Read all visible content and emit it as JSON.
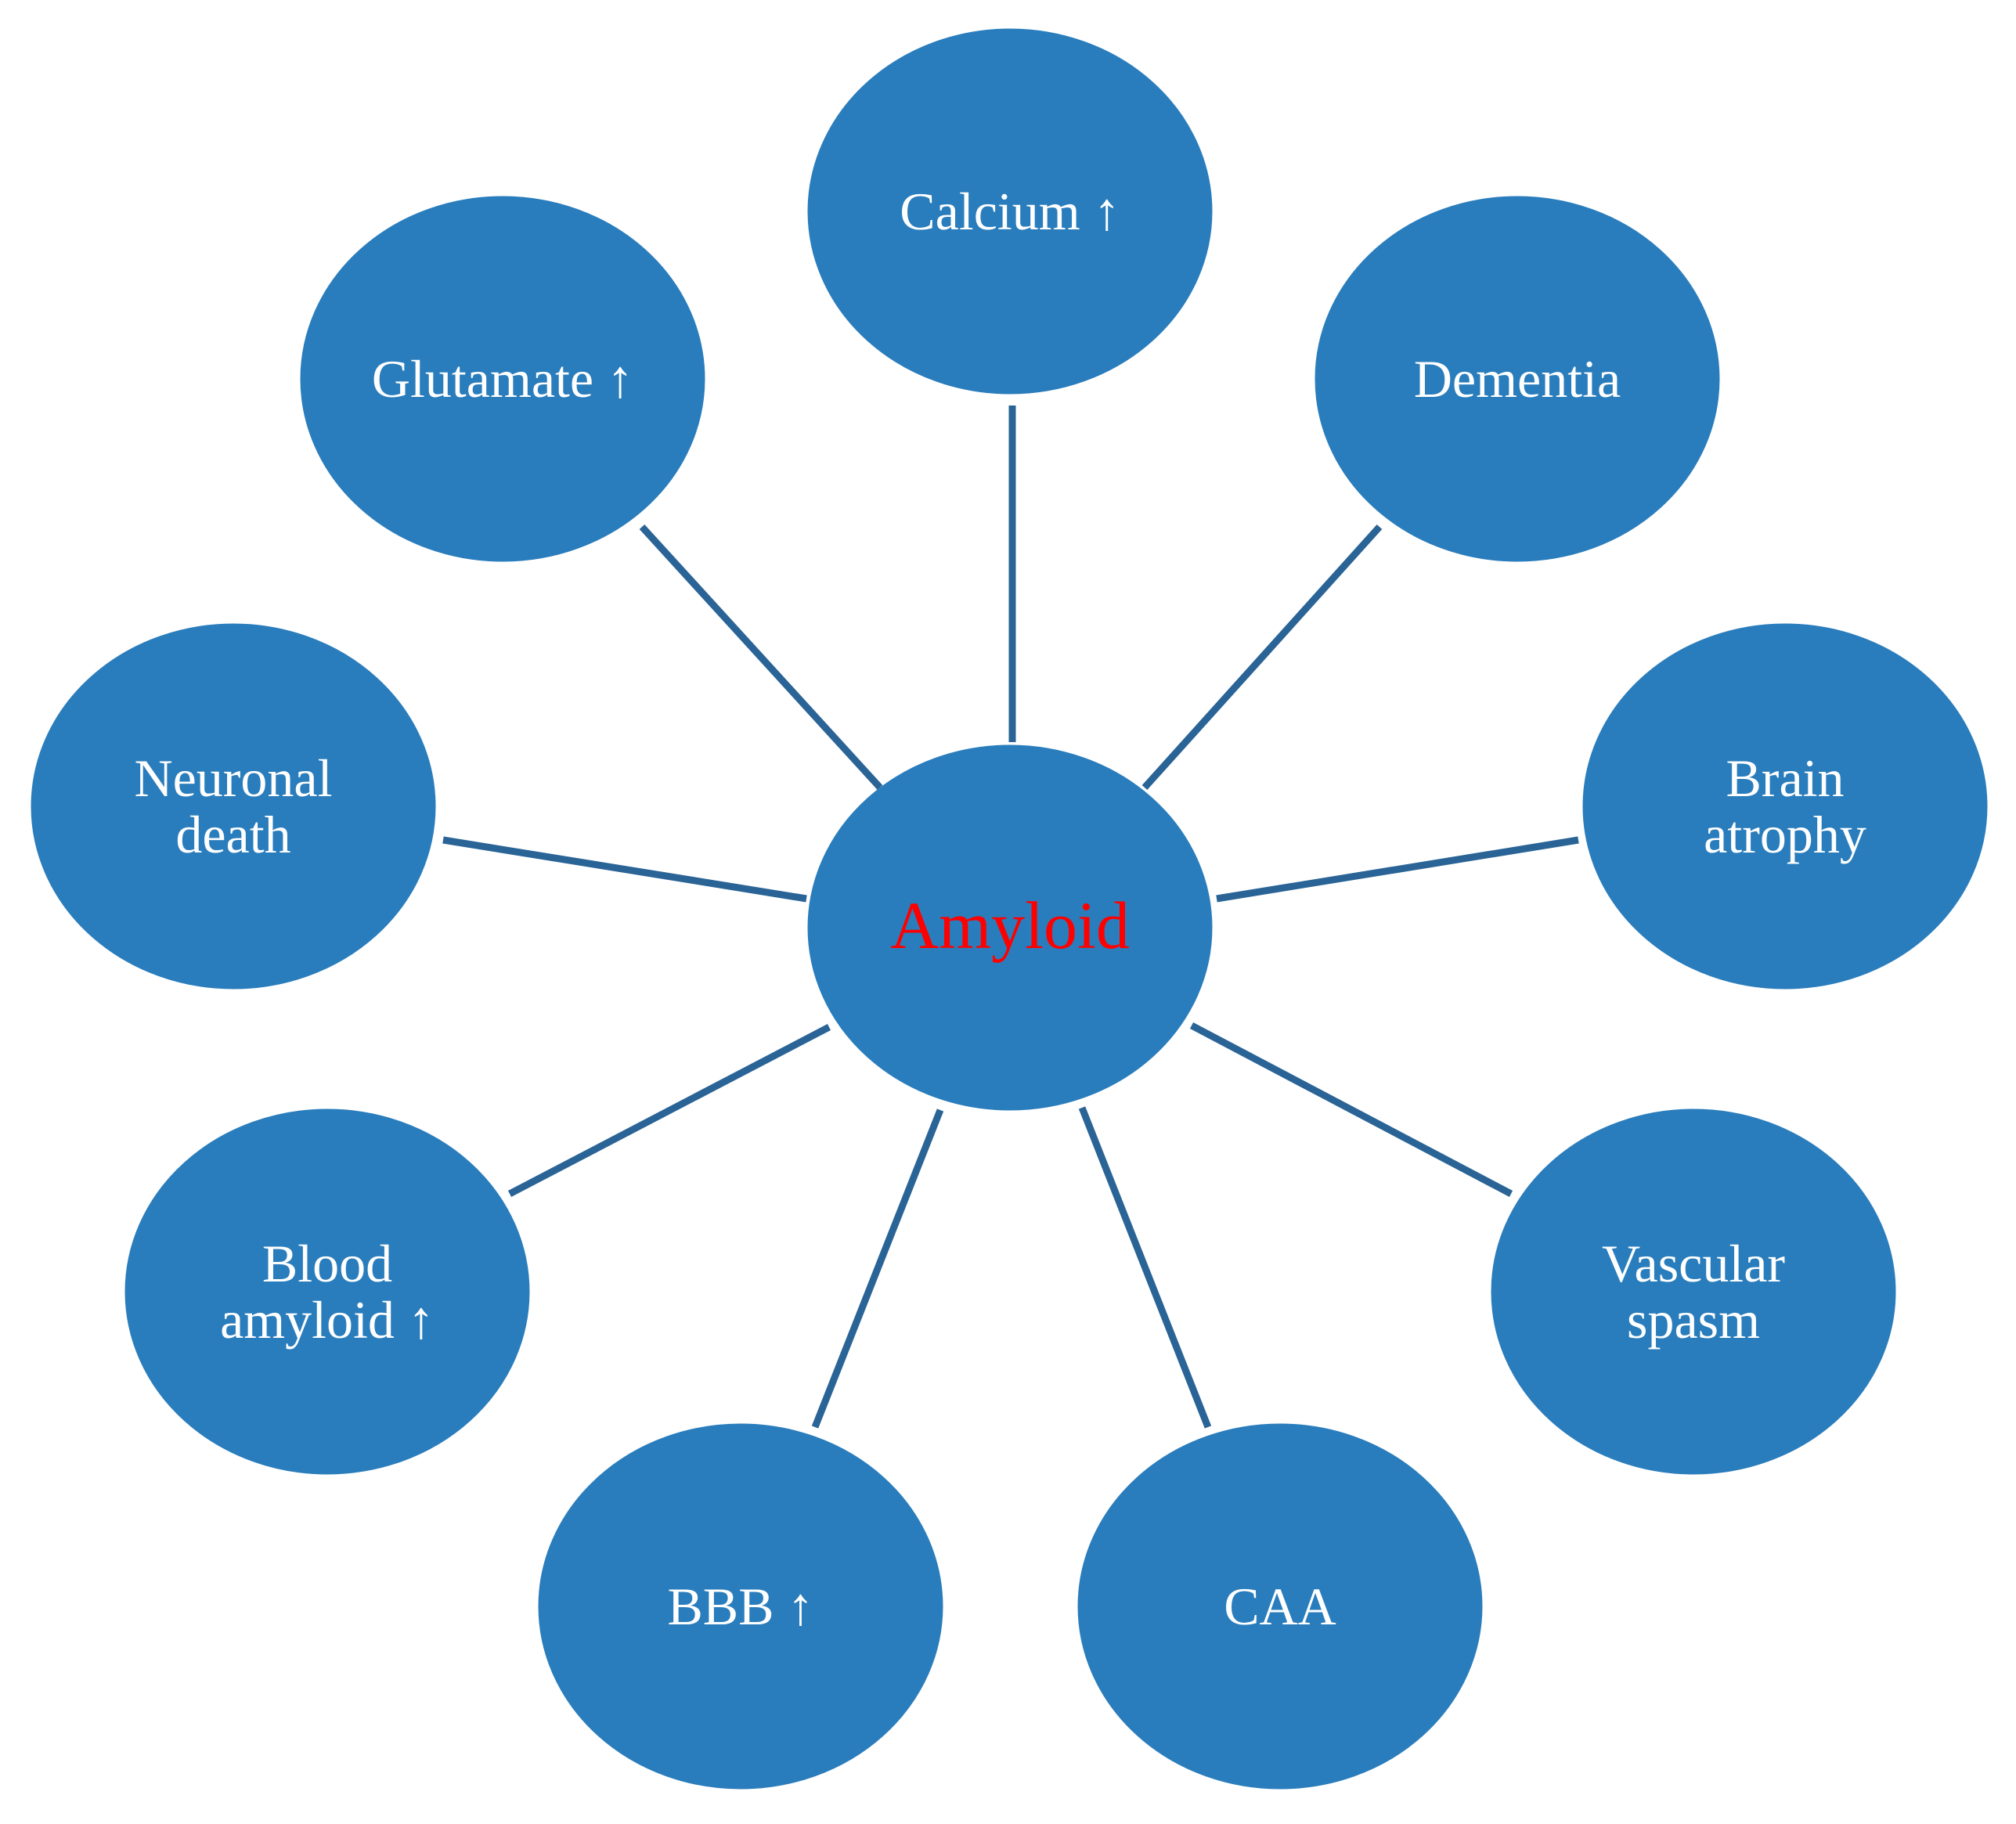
{
  "center": {
    "label": "Amyloid",
    "label_color": "#ff0000"
  },
  "colors": {
    "node_fill": "#2a7dbc",
    "connector": "#2a6496",
    "node_text": "#ffffff",
    "background": "#ffffff"
  },
  "nodes": [
    {
      "id": "calcium",
      "lines": [
        "Calcium ↑"
      ]
    },
    {
      "id": "dementia",
      "lines": [
        "Dementia"
      ]
    },
    {
      "id": "brain-atrophy",
      "lines": [
        "Brain",
        "atrophy"
      ]
    },
    {
      "id": "vascular-spasm",
      "lines": [
        "Vascular",
        "spasm"
      ]
    },
    {
      "id": "caa",
      "lines": [
        "CAA"
      ]
    },
    {
      "id": "bbb",
      "lines": [
        "BBB ↑"
      ]
    },
    {
      "id": "blood-amyloid",
      "lines": [
        "Blood",
        "amyloid ↑"
      ]
    },
    {
      "id": "neuronal-death",
      "lines": [
        "Neuronal",
        "death"
      ]
    },
    {
      "id": "glutamate",
      "lines": [
        "Glutamate ↑"
      ]
    }
  ]
}
